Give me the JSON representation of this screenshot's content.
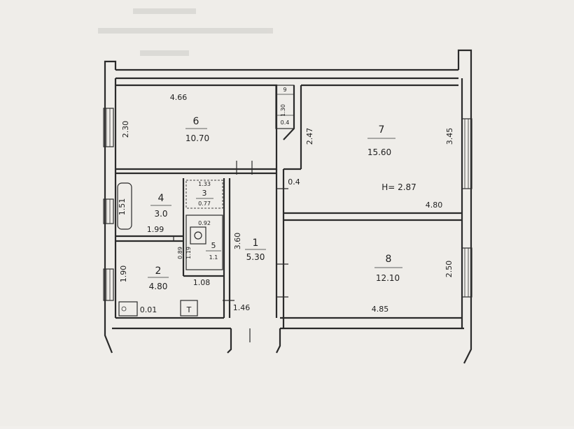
{
  "plan": {
    "ceiling_height": "H= 2.87",
    "rooms": [
      {
        "id": "r1",
        "number": "1",
        "area": "5.30",
        "dim_side": "3.60",
        "dim_bottom": "1.46"
      },
      {
        "id": "r2",
        "number": "2",
        "area": "4.80",
        "dim_left": "1.90",
        "dim_bottom": "1.08",
        "extra": "0.01"
      },
      {
        "id": "r3",
        "number": "3",
        "area": "0.77",
        "dim_top": "1.33"
      },
      {
        "id": "r4",
        "number": "4",
        "area": "3.0",
        "dim_left": "1.51",
        "dim_bottom": "1.99"
      },
      {
        "id": "r5",
        "number": "5",
        "area": "1.1",
        "dim_top": "0.92",
        "dim_left": "0.89",
        "dim_inner": "1.19"
      },
      {
        "id": "r6",
        "number": "6",
        "area": "10.70",
        "dim_top": "4.66",
        "dim_left": "2.30"
      },
      {
        "id": "r7",
        "number": "7",
        "area": "15.60",
        "dim_left": "2.47",
        "dim_right": "3.45",
        "dim_bottom": "4.80"
      },
      {
        "id": "r8",
        "number": "8",
        "area": "12.10",
        "dim_right": "2.50",
        "dim_bottom": "4.85"
      },
      {
        "id": "r9",
        "number": "9",
        "area": "0.4",
        "dim_side": "1.30"
      }
    ],
    "door_gap_label": "0.4",
    "stove_symbol": "T"
  }
}
